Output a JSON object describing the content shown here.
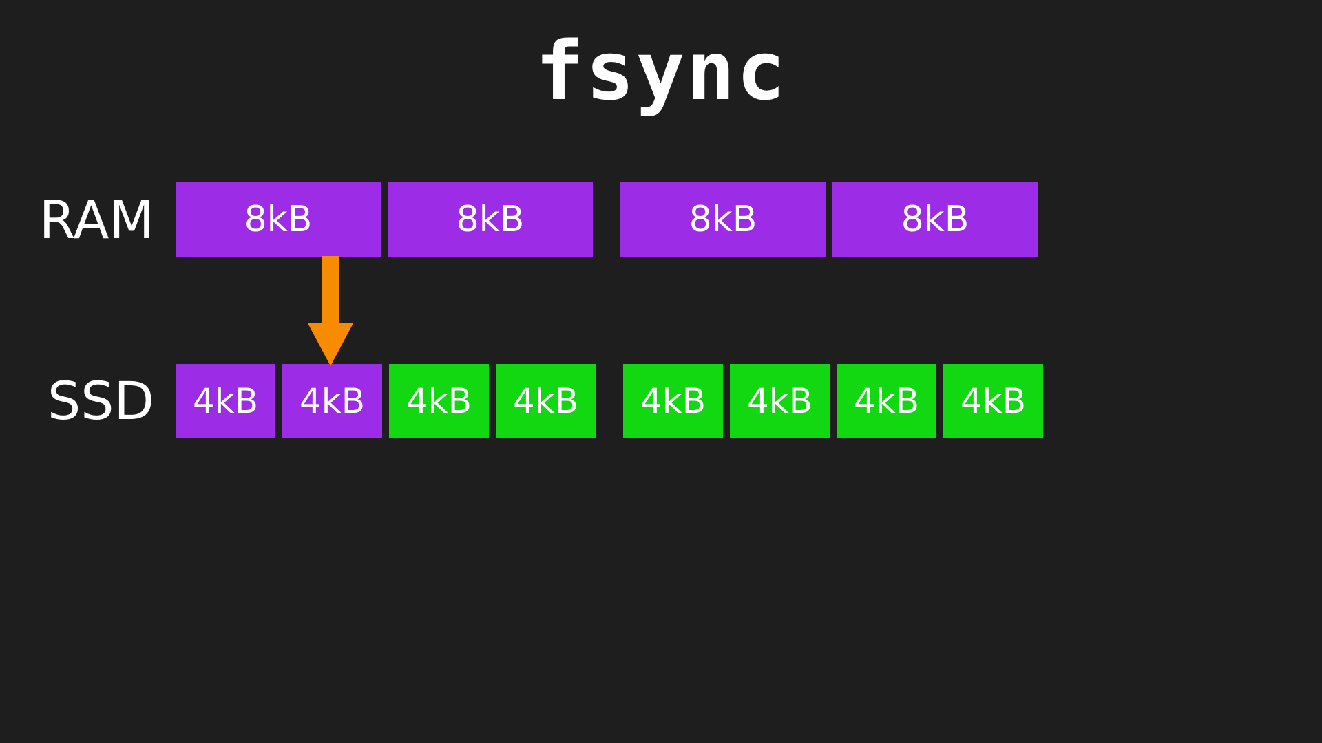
{
  "page": {
    "title": "fsync",
    "background_color": "#1e1e1e",
    "text_color": "#ffffff"
  },
  "colors": {
    "background": "#1e1e1e",
    "dirty_purple": "#9c2ce6",
    "clean_green": "#11d811",
    "arrow_orange": "#f78c00",
    "label_white": "#ffffff"
  },
  "diagram": {
    "type": "memory-to-disk-flush",
    "arrow": {
      "name": "flush-arrow",
      "color": "#f78c00",
      "direction": "down",
      "from_row": "RAM",
      "from_block_index": 0,
      "to_row": "SSD",
      "to_block_index": 1,
      "meaning": "fsync flushes a dirty RAM page down to the SSD"
    },
    "rows": [
      {
        "name": "ram",
        "label": "RAM",
        "block_size": "8kB",
        "groups": [
          {
            "name": "ram-group-1",
            "blocks": [
              {
                "label": "8kB",
                "color": "#9c2ce6",
                "state": "dirty"
              },
              {
                "label": "8kB",
                "color": "#9c2ce6",
                "state": "dirty"
              }
            ]
          },
          {
            "name": "ram-group-2",
            "blocks": [
              {
                "label": "8kB",
                "color": "#9c2ce6",
                "state": "dirty"
              },
              {
                "label": "8kB",
                "color": "#9c2ce6",
                "state": "dirty"
              }
            ]
          }
        ]
      },
      {
        "name": "ssd",
        "label": "SSD",
        "block_size": "4kB",
        "groups": [
          {
            "name": "ssd-group-1",
            "blocks": [
              {
                "label": "4kB",
                "color": "#9c2ce6",
                "state": "dirty"
              },
              {
                "label": "4kB",
                "color": "#9c2ce6",
                "state": "dirty"
              },
              {
                "label": "4kB",
                "color": "#11d811",
                "state": "synced"
              },
              {
                "label": "4kB",
                "color": "#11d811",
                "state": "synced"
              }
            ]
          },
          {
            "name": "ssd-group-2",
            "blocks": [
              {
                "label": "4kB",
                "color": "#11d811",
                "state": "synced"
              },
              {
                "label": "4kB",
                "color": "#11d811",
                "state": "synced"
              },
              {
                "label": "4kB",
                "color": "#11d811",
                "state": "synced"
              },
              {
                "label": "4kB",
                "color": "#11d811",
                "state": "synced"
              }
            ]
          }
        ]
      }
    ]
  }
}
